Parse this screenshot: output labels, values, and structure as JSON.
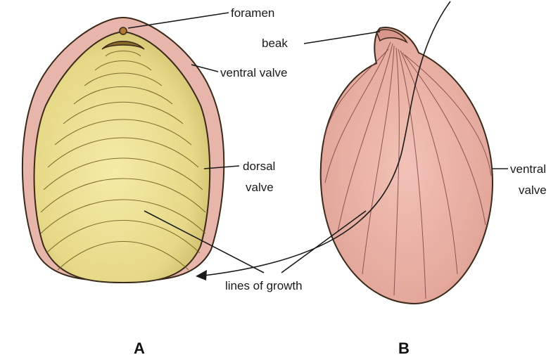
{
  "figure": {
    "panel_a": {
      "letter": "A",
      "labels": {
        "foramen": "foramen",
        "ventral_valve": "ventral valve",
        "dorsal_line1": "dorsal",
        "dorsal_line2": "valve",
        "lines_of_growth": "lines of growth"
      }
    },
    "panel_b": {
      "letter": "B",
      "labels": {
        "beak": "beak",
        "ventral_line1": "ventral",
        "ventral_line2": "valve"
      }
    }
  },
  "colors": {
    "dorsal_valve_fill": "#e9dd8c",
    "ventral_valve_fill": "#e8b0a6",
    "shell_outline": "#3a2a1a"
  }
}
